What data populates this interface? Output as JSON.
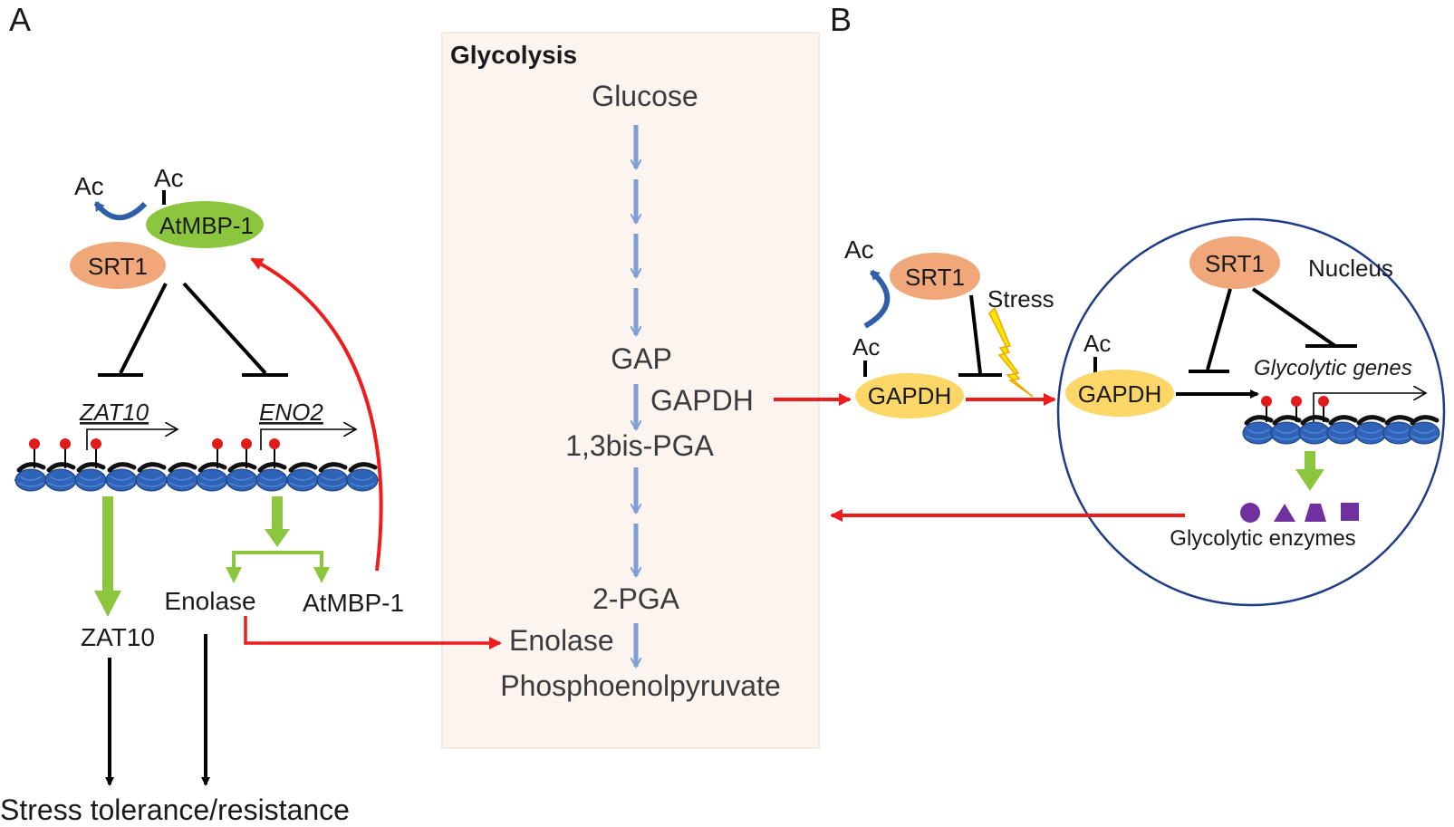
{
  "panels": {
    "a": "A",
    "b": "B"
  },
  "glycolysis": {
    "title": "Glycolysis",
    "glucose": "Glucose",
    "gap": "GAP",
    "gapdh": "GAPDH",
    "bispga": "1,3bis-PGA",
    "pga2": "2-PGA",
    "enolase": "Enolase",
    "pep": "Phosphoenolpyruvate"
  },
  "panel_a": {
    "ac_free": "Ac",
    "ac_bound": "Ac",
    "atmbp1": "AtMBP-1",
    "srt1": "SRT1",
    "zat10_gene": "ZAT10",
    "eno2_gene": "ENO2",
    "enolase": "Enolase",
    "atmbp1_product": "AtMBP-1",
    "zat10_product": "ZAT10",
    "outcome": "Stress tolerance/resistance"
  },
  "panel_b": {
    "ac_free": "Ac",
    "srt1": "SRT1",
    "stress": "Stress",
    "ac_bound": "Ac",
    "gapdh": "GAPDH",
    "nucleus": "Nucleus",
    "srt1_nuclear": "SRT1",
    "ac_nuclear": "Ac",
    "gapdh_nuclear": "GAPDH",
    "genes": "Glycolytic genes",
    "enzymes": "Glycolytic enzymes"
  },
  "colors": {
    "green_protein": "#8cc63f",
    "srt1": "#f0a77a",
    "gapdh": "#fcd667",
    "red_arrow": "#ee1c1c",
    "blue_arrow": "#7f9fd6",
    "green_arrow": "#8cc63f",
    "nucleosome": "#2f63b8",
    "enzymes": "#7030a0",
    "glycolysis_bg": "#fbf4ef"
  }
}
